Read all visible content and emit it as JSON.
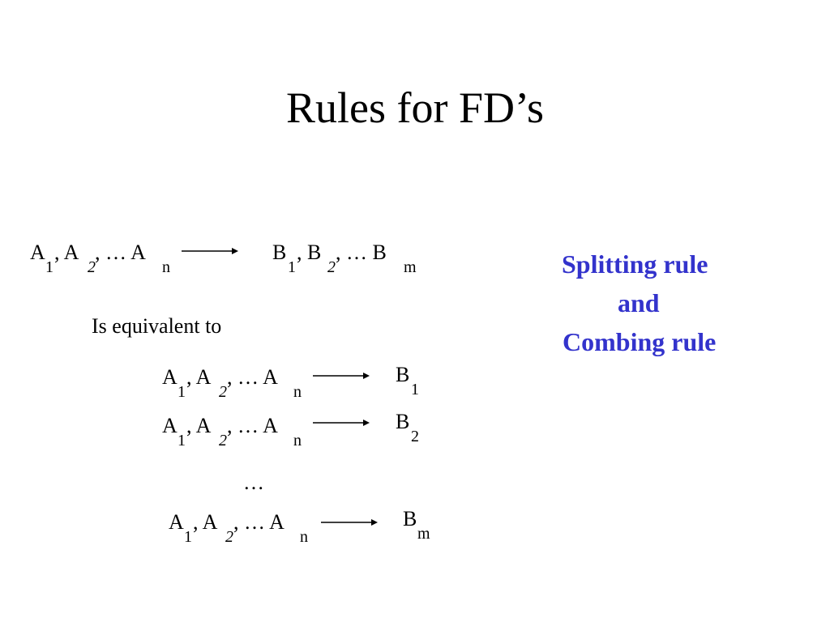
{
  "slide": {
    "title": "Rules for FD’s",
    "top_rule": {
      "lhs_1": "A",
      "lhs_1_sub": "1",
      "lhs_sep_1": ", A",
      "lhs_2_sub": "2",
      "lhs_mid": ", … A",
      "lhs_n_sub": "n",
      "rhs_1": "B",
      "rhs_1_sub": "1",
      "rhs_sep_1": ", B",
      "rhs_2_sub": "2",
      "rhs_mid": ", … B",
      "rhs_m_sub": "m"
    },
    "equivalence_text": "Is equivalent to",
    "rows": [
      {
        "a": "A",
        "a1": "1",
        "sep": ", A",
        "a2": "2",
        "mid": ", … A",
        "an": "n",
        "b": "B",
        "bsub": "1"
      },
      {
        "a": "A",
        "a1": "1",
        "sep": ", A",
        "a2": "2",
        "mid": ", … A",
        "an": "n",
        "b": "B",
        "bsub": "2"
      },
      {
        "a": "A",
        "a1": "1",
        "sep": ", A",
        "a2": "2",
        "mid": ", … A",
        "an": "n",
        "b": "B",
        "bsub": "m"
      }
    ],
    "ellipsis": "…",
    "side_note": {
      "line1": "Splitting rule",
      "line2": "and",
      "line3": "Combing rule",
      "color": "#3333cc"
    }
  }
}
